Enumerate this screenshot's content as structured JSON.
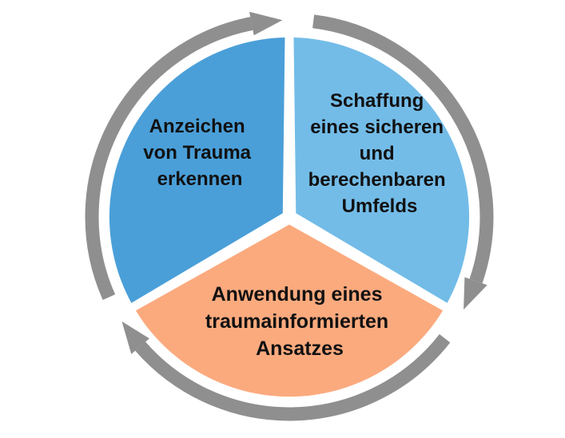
{
  "segments": [
    {
      "id": "recognize",
      "lines": [
        "Anzeichen",
        "von Trauma",
        "erkennen"
      ],
      "color": "#4A9FD8"
    },
    {
      "id": "safe-environment",
      "lines": [
        "Schaffung",
        "eines sicheren",
        "und",
        "berechenbaren",
        "Umfelds"
      ],
      "color": "#73BCE8"
    },
    {
      "id": "apply-approach",
      "lines": [
        "Anwendung eines",
        "traumainformierten",
        "Ansatzes"
      ],
      "color": "#FBAA7E"
    }
  ],
  "arrow_color": "#8F8F8F"
}
